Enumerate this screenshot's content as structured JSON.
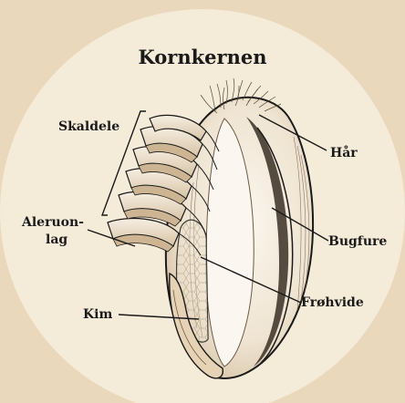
{
  "title": "Kornkernen",
  "labels": {
    "skaldele": "Skaldele",
    "haar": "Hår",
    "aleuron_line1": "Aleruon-",
    "aleuron_line2": "lag",
    "bugfure": "Bugfure",
    "frohvide": "Frøhvide",
    "kim": "Kim"
  },
  "colors": {
    "page_background": "#ead8bd",
    "circle_fill": "#f5ebd9",
    "ink": "#1a1a1a"
  }
}
